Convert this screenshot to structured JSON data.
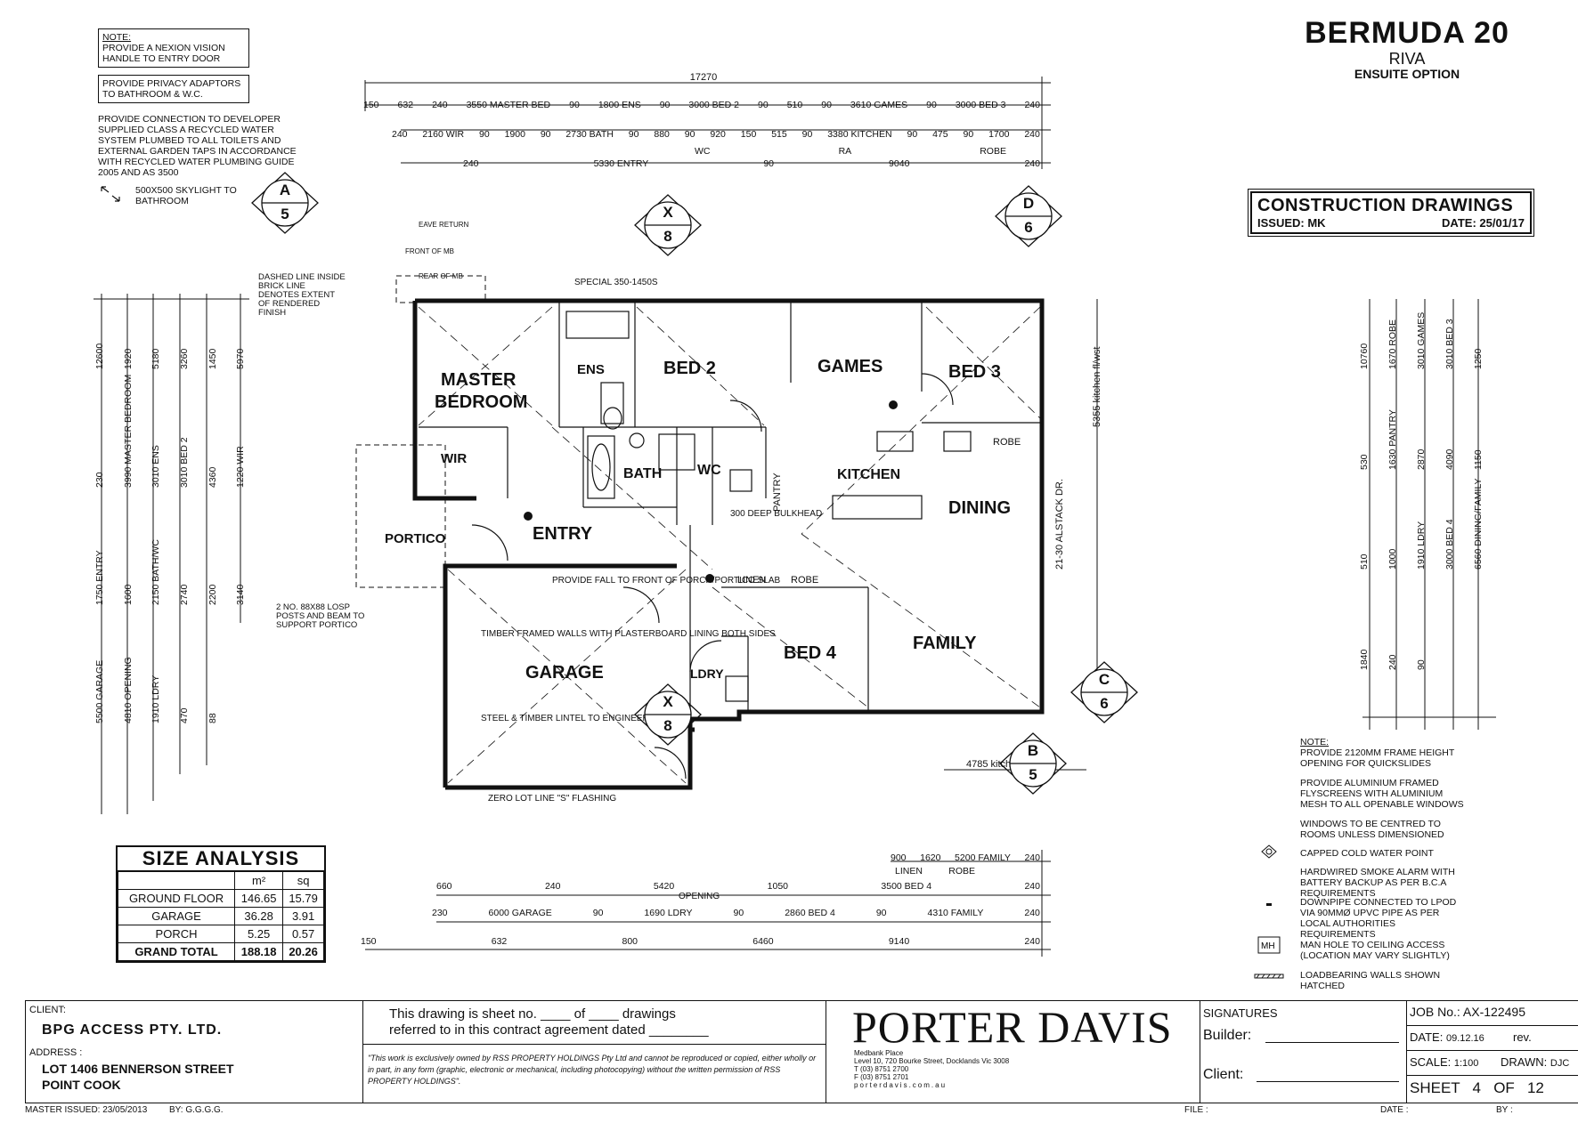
{
  "title": {
    "name": "BERMUDA 20",
    "variant": "RIVA",
    "option": "ENSUITE OPTION"
  },
  "construction": {
    "heading": "CONSTRUCTION DRAWINGS",
    "issued": "ISSUED: MK",
    "date": "DATE: 25/01/17"
  },
  "notes_top_left": {
    "note_label": "NOTE:",
    "note1": "PROVIDE A NEXION VISION HANDLE TO ENTRY DOOR",
    "note2": "PROVIDE PRIVACY ADAPTORS TO BATHROOM & W.C.",
    "note3": "PROVIDE CONNECTION TO DEVELOPER SUPPLIED CLASS A RECYCLED WATER SYSTEM PLUMBED TO ALL TOILETS AND EXTERNAL GARDEN TAPS IN ACCORDANCE WITH RECYCLED WATER PLUMBING GUIDE 2005 AND AS 3500",
    "skylight": "500x500 SKYLIGHT TO BATHROOM"
  },
  "plan_notes": {
    "dashed_line": "DASHED LINE INSIDE BRICK LINE DENOTES EXTENT OF RENDERED FINISH",
    "posts": "2 NO. 88x88 LOSP POSTS AND BEAM TO SUPPORT PORTICO",
    "fall": "PROVIDE FALL TO FRONT OF PORCH/PORTICO SLAB",
    "timber": "TIMBER FRAMED WALLS WITH PLASTERBOARD LINING BOTH SIDES",
    "lintel": "STEEL & TIMBER LINTEL TO ENGINEERS DESIGN",
    "zero_lot": "ZERO LOT LINE \"S\" FLASHING",
    "eave_return": "EAVE RETURN",
    "front_of_mb": "FRONT OF MB",
    "rear_of_mb": "REAR OF MB",
    "special": "SPECIAL 350-1450S",
    "bulkhead": "300 DEEP BULKHEAD",
    "kitchen_wst": "4785 kitchen fl/wst",
    "kitchen_wst_v": "5355 kitchen fl/wst",
    "alstack": "21-30 ALSTACK DR."
  },
  "rooms": {
    "master": "MASTER",
    "bedroom": "BEDROOM",
    "ens": "ENS",
    "bed2": "BED 2",
    "games": "GAMES",
    "bed3": "BED 3",
    "wir": "WIR",
    "bath": "BATH",
    "wc": "WC",
    "kitchen": "KITCHEN",
    "dining": "DINING",
    "entry": "ENTRY",
    "portico": "PORTICO",
    "garage": "GARAGE",
    "bed4": "BED 4",
    "family": "FAMILY",
    "ldry": "LDRY",
    "linen": "LINEN",
    "robe": "ROBE",
    "pantry": "PANTRY"
  },
  "markers": [
    {
      "letter": "A",
      "num": "5"
    },
    {
      "letter": "X",
      "num": "8"
    },
    {
      "letter": "D",
      "num": "6"
    },
    {
      "letter": "C",
      "num": "6"
    },
    {
      "letter": "B",
      "num": "5"
    },
    {
      "letter": "X",
      "num": "8"
    }
  ],
  "dims_top": {
    "overall": "17270",
    "row1": [
      "150",
      "632",
      "240",
      "3550 MASTER BED",
      "90",
      "1800 ENS",
      "90",
      "3000 BED 2",
      "90",
      "510",
      "90",
      "3610 GAMES",
      "90",
      "3000 BED 3",
      "240"
    ],
    "row2": [
      "240",
      "2160 WIR",
      "90",
      "1900",
      "90",
      "2730 BATH",
      "90",
      "880",
      "90",
      "920",
      "150",
      "515",
      "90",
      "3380 KITCHEN",
      "90",
      "475",
      "90",
      "1700",
      "240"
    ],
    "row2_sub": [
      "WC",
      "RA",
      "ROBE"
    ],
    "row3": [
      "240",
      "5330 ENTRY",
      "90",
      "9040",
      "240"
    ]
  },
  "dims_bottom": {
    "row1": [
      "900",
      "1620",
      "5200 FAMILY",
      "240"
    ],
    "row1_sub": [
      "LINEN",
      "ROBE"
    ],
    "row2": [
      "660",
      "240",
      "5420",
      "1050",
      "3500 BED 4",
      "240"
    ],
    "row2_sub": [
      "OPENING"
    ],
    "row3": [
      "230",
      "6000 GARAGE",
      "90",
      "1690 LDRY",
      "90",
      "2860 BED 4",
      "90",
      "4310 FAMILY",
      "240"
    ],
    "row4": [
      "150",
      "632",
      "800",
      "6460",
      "9140",
      "240"
    ]
  },
  "dims_left": [
    "12600",
    "1920",
    "5180",
    "3260",
    "1450",
    "5970",
    "230",
    "3990 MASTER BEDROOM",
    "3010 ENS",
    "3010 BED 2",
    "4360",
    "1220 WIR",
    "1750 ENTRY",
    "1600",
    "2150 BATH/WC",
    "2740",
    "2200",
    "3140",
    "5500 GARAGE",
    "4810 OPENING",
    "1910 LDRY",
    "470",
    "88"
  ],
  "dims_right": [
    "10760",
    "1670 ROBE",
    "3010 GAMES",
    "3010 BED 3",
    "1250",
    "530",
    "1630 PANTRY",
    "2870",
    "4090",
    "1150",
    "510",
    "1000",
    "1910 LDRY",
    "3000 BED 4",
    "6560 DINING/FAMILY",
    "1840",
    "240",
    "90"
  ],
  "size_analysis": {
    "heading": "SIZE ANALYSIS",
    "col_m2": "m²",
    "col_sq": "sq",
    "rows": [
      {
        "label": "GROUND FLOOR",
        "m2": "146.65",
        "sq": "15.79"
      },
      {
        "label": "GARAGE",
        "m2": "36.28",
        "sq": "3.91"
      },
      {
        "label": "PORCH",
        "m2": "5.25",
        "sq": "0.57"
      }
    ],
    "total": {
      "label": "GRAND TOTAL",
      "m2": "188.18",
      "sq": "20.26"
    }
  },
  "legend": {
    "note_label": "NOTE:",
    "n1": "PROVIDE 2120MM FRAME HEIGHT OPENING FOR QUICKSLIDES",
    "n2": "PROVIDE ALUMINIUM FRAMED FLYSCREENS WITH ALUMINIUM MESH TO ALL OPENABLE WINDOWS",
    "n3": "WINDOWS TO BE CENTRED TO ROOMS UNLESS DIMENSIONED",
    "n4": "CAPPED COLD WATER POINT",
    "n5": "HARDWIRED SMOKE ALARM WITH BATTERY BACKUP AS PER B.C.A REQUIREMENTS",
    "n6": "DOWNPIPE CONNECTED TO LPOD VIA 90mmø UPVC PIPE AS PER LOCAL AUTHORITIES REQUIREMENTS",
    "n7": "MAN HOLE TO CEILING ACCESS (LOCATION MAY VARY SLIGHTLY)",
    "n8": "LOADBEARING WALLS SHOWN HATCHED"
  },
  "footer": {
    "client_label": "CLIENT:",
    "client": "BPG ACCESS PTY. LTD.",
    "address_label": "ADDRESS :",
    "address1": "LOT 1406 BENNERSON STREET",
    "address2": "POINT COOK",
    "master_issued": "MASTER ISSUED: 23/05/2013",
    "by": "BY: G.G.G.G.",
    "sheet_line1": "This drawing is sheet no. ____ of ____ drawings",
    "sheet_line2": "referred to in this contract agreement dated ________",
    "copyright": "\"This work is exclusively owned by RSS PROPERTY HOLDINGS Pty Ltd and cannot be reproduced or copied, either wholly or in part, in any form (graphic, electronic or mechanical, including photocopying) without the written permission of RSS PROPERTY HOLDINGS\".",
    "brand": "PORTER DAVIS",
    "addr_a": "Medbank Place",
    "addr_b": "Level 10, 720 Bourke Street, Docklands Vic 3008",
    "addr_c": "T (03) 8751 2700",
    "addr_d": "F (03) 8751 2701",
    "addr_e": "porterdavis.com.au",
    "signatures": "SIGNATURES",
    "builder": "Builder:",
    "client_sig": "Client:",
    "job_label": "JOB No.:",
    "job": "AX-122495",
    "date_label": "DATE:",
    "date": "09.12.16",
    "rev": "rev.",
    "scale_label": "SCALE:",
    "scale": "1:100",
    "drawn_label": "DRAWN:",
    "drawn": "DJC",
    "sheet_label": "SHEET",
    "sheet": "4",
    "of_label": "OF",
    "of": "12",
    "file_label": "FILE :",
    "date2_label": "DATE :",
    "by2_label": "BY :"
  }
}
